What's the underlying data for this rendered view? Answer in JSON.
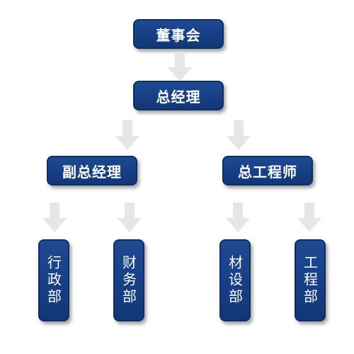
{
  "org_chart": {
    "level1": {
      "board": "董事会"
    },
    "level2": {
      "general_manager": "总经理"
    },
    "level3": {
      "deputy_general_manager": "副总经理",
      "chief_engineer": "总工程师"
    },
    "level4": {
      "admin_dept": "行政部",
      "finance_dept": "财务部",
      "materials_dept": "材设部",
      "engineering_dept": "工程部"
    }
  },
  "colors": {
    "node_fill": "#163f86",
    "node_border": "#0e2f66",
    "arrow_fill": "#e6e6e6",
    "text": "#ffffff"
  },
  "icons": {
    "connector": "down-arrow-icon"
  }
}
